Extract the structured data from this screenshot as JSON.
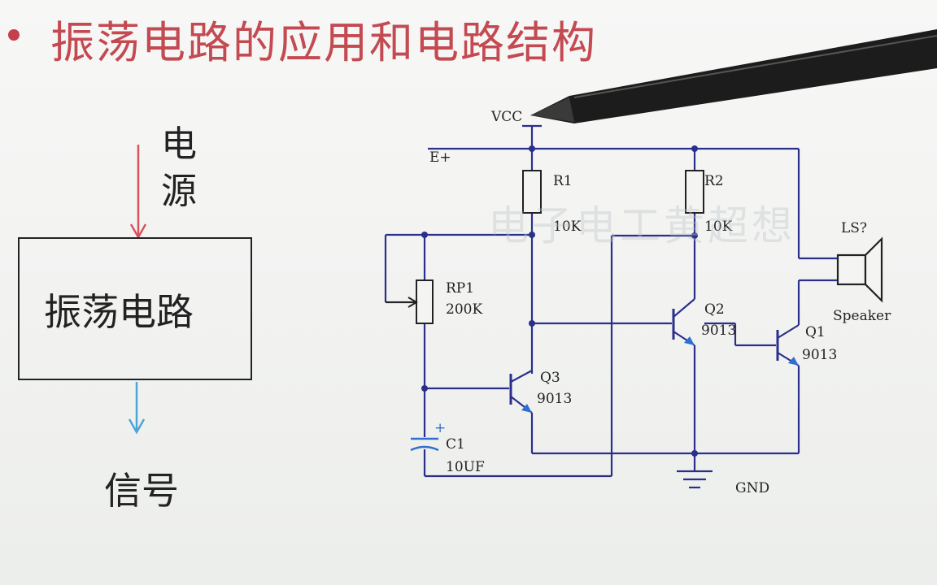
{
  "slide": {
    "title": "振荡电路的应用和电路结构",
    "power_char_1": "电",
    "power_char_2": "源",
    "block_label": "振荡电路",
    "output_label": "信号",
    "watermark": "电子电工黄超想"
  },
  "circuit": {
    "vcc": "VCC",
    "rail": "E+",
    "gnd": "GND",
    "r1_name": "R1",
    "r1_value": "10K",
    "r2_name": "R2",
    "r2_value": "10K",
    "rp1_name": "RP1",
    "rp1_value": "200K",
    "c1_name": "C1",
    "c1_value": "10UF",
    "c1_polarity": "+",
    "q1_name": "Q1",
    "q1_value": "9013",
    "q2_name": "Q2",
    "q2_value": "9013",
    "q3_name": "Q3",
    "q3_value": "9013",
    "ls_name": "LS?",
    "speaker_label": "Speaker"
  },
  "colors": {
    "title": "#c44a52",
    "arrow_in": "#d9535d",
    "arrow_out": "#4aa6d8",
    "wire": "#2b2f8a",
    "emitter_arrow": "#2f6fd0"
  }
}
